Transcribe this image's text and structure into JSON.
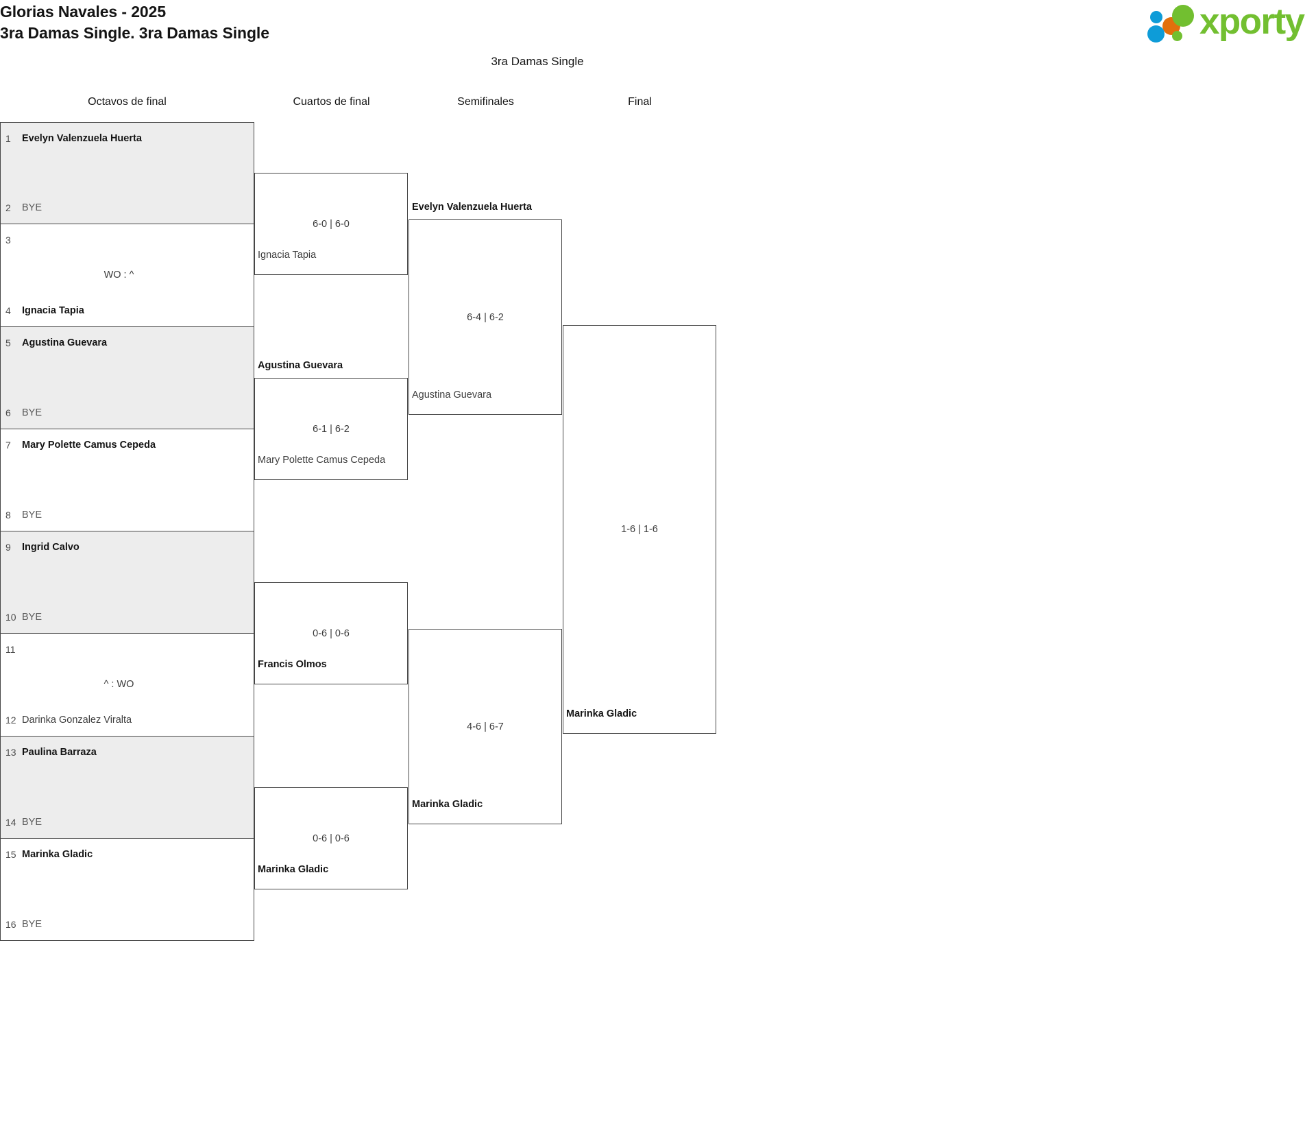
{
  "header": {
    "line1": "Glorias Navales - 2025",
    "line2": "3ra Damas Single. 3ra Damas Single",
    "brand": "xporty"
  },
  "center_title": "3ra Damas Single",
  "rounds": [
    {
      "label": "Octavos de final"
    },
    {
      "label": "Cuartos de final"
    },
    {
      "label": "Semifinales"
    },
    {
      "label": "Final"
    }
  ],
  "first_round": [
    {
      "top": {
        "seed": "1",
        "name": "Evelyn Valenzuela Huerta",
        "state": "win"
      },
      "bot": {
        "seed": "2",
        "name": "BYE",
        "state": "bye"
      },
      "score": ""
    },
    {
      "top": {
        "seed": "3",
        "name": "",
        "state": "empty"
      },
      "bot": {
        "seed": "4",
        "name": "Ignacia Tapia",
        "state": "win"
      },
      "score": "WO : ^"
    },
    {
      "top": {
        "seed": "5",
        "name": "Agustina Guevara",
        "state": "win"
      },
      "bot": {
        "seed": "6",
        "name": "BYE",
        "state": "bye"
      },
      "score": ""
    },
    {
      "top": {
        "seed": "7",
        "name": "Mary Polette Camus Cepeda",
        "state": "win"
      },
      "bot": {
        "seed": "8",
        "name": "BYE",
        "state": "bye"
      },
      "score": ""
    },
    {
      "top": {
        "seed": "9",
        "name": "Ingrid Calvo",
        "state": "win"
      },
      "bot": {
        "seed": "10",
        "name": "BYE",
        "state": "bye"
      },
      "score": ""
    },
    {
      "top": {
        "seed": "11",
        "name": "",
        "state": "empty"
      },
      "bot": {
        "seed": "12",
        "name": "Darinka Gonzalez Viralta",
        "state": "lose"
      },
      "score": "^ : WO"
    },
    {
      "top": {
        "seed": "13",
        "name": "Paulina Barraza",
        "state": "win"
      },
      "bot": {
        "seed": "14",
        "name": "BYE",
        "state": "bye"
      },
      "score": ""
    },
    {
      "top": {
        "seed": "15",
        "name": "Marinka Gladic",
        "state": "win"
      },
      "bot": {
        "seed": "16",
        "name": "BYE",
        "state": "bye"
      },
      "score": ""
    }
  ],
  "quarterfinals": [
    {
      "score": "6-0 | 6-0",
      "top_label": "",
      "bot_label": "Ignacia Tapia"
    },
    {
      "score": "6-1 | 6-2",
      "top_label": "Agustina Guevara",
      "bot_label": "Mary Polette Camus Cepeda"
    },
    {
      "score": "0-6 | 0-6",
      "top_label": "",
      "bot_label": "Francis Olmos"
    },
    {
      "score": "0-6 | 0-6",
      "top_label": "",
      "bot_label": "Marinka Gladic"
    }
  ],
  "semifinals": [
    {
      "score": "6-4 | 6-2",
      "top_label": "Evelyn Valenzuela Huerta",
      "bot_label": "Agustina Guevara"
    },
    {
      "score": "4-6 | 6-7",
      "top_label": "",
      "bot_label": "Marinka Gladic"
    }
  ],
  "final": [
    {
      "score": "1-6 | 1-6",
      "top_label": "",
      "bot_label": "Marinka Gladic"
    }
  ]
}
